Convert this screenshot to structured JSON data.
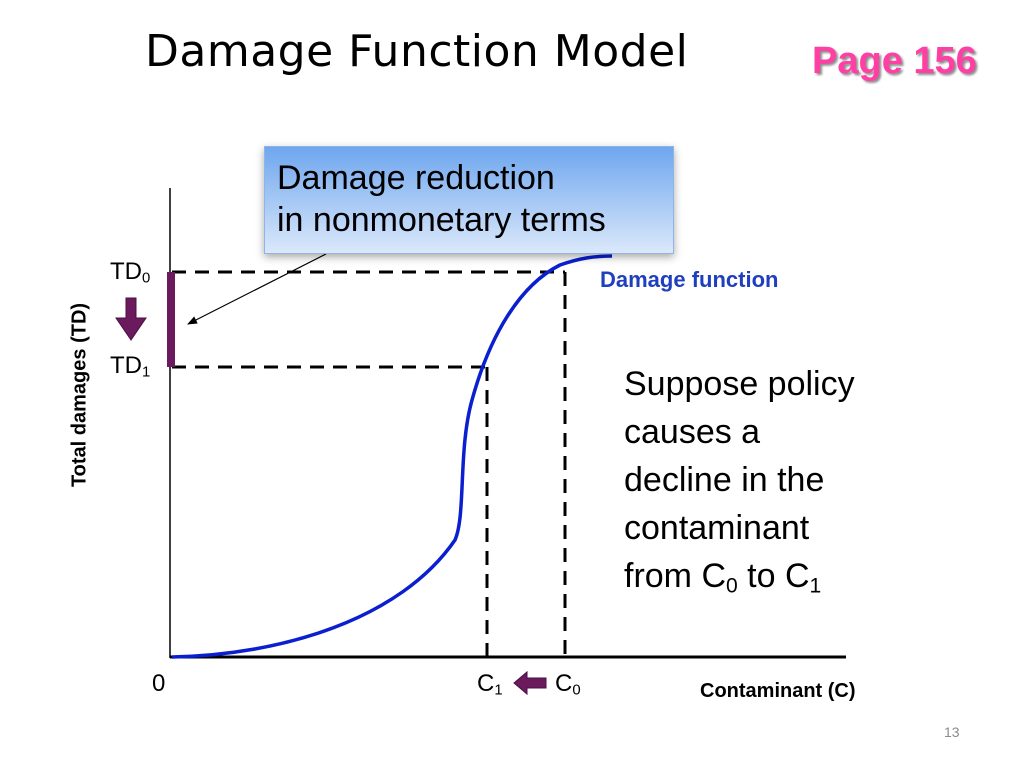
{
  "slide": {
    "title": "Damage Function Model",
    "page_ref": "Page 156",
    "slide_number": "13"
  },
  "callout": {
    "line1": "Damage reduction",
    "line2": "in nonmonetary terms"
  },
  "diagram": {
    "curve_label": "Damage function",
    "y_axis_label": "Total damages (TD)",
    "x_axis_label": "Contaminant (C)",
    "origin_label": "0",
    "y_ticks": [
      {
        "main": "TD",
        "sub": "0"
      },
      {
        "main": "TD",
        "sub": "1"
      }
    ],
    "x_ticks": [
      {
        "main": "C",
        "sub": "1"
      },
      {
        "main": "C",
        "sub": "0"
      }
    ]
  },
  "body": {
    "line1": "Suppose policy",
    "line2": "causes a",
    "line3": "decline in the",
    "line4": "contaminant",
    "line5_prefix": "from C",
    "line5_sub1": "0",
    "line5_mid": " to C",
    "line5_sub2": "1"
  },
  "colors": {
    "curve": "#0a1fd0",
    "arrow_purple": "#6b1a5e",
    "page_ref": "#ff3fa4",
    "curve_label": "#1f3fbf"
  }
}
